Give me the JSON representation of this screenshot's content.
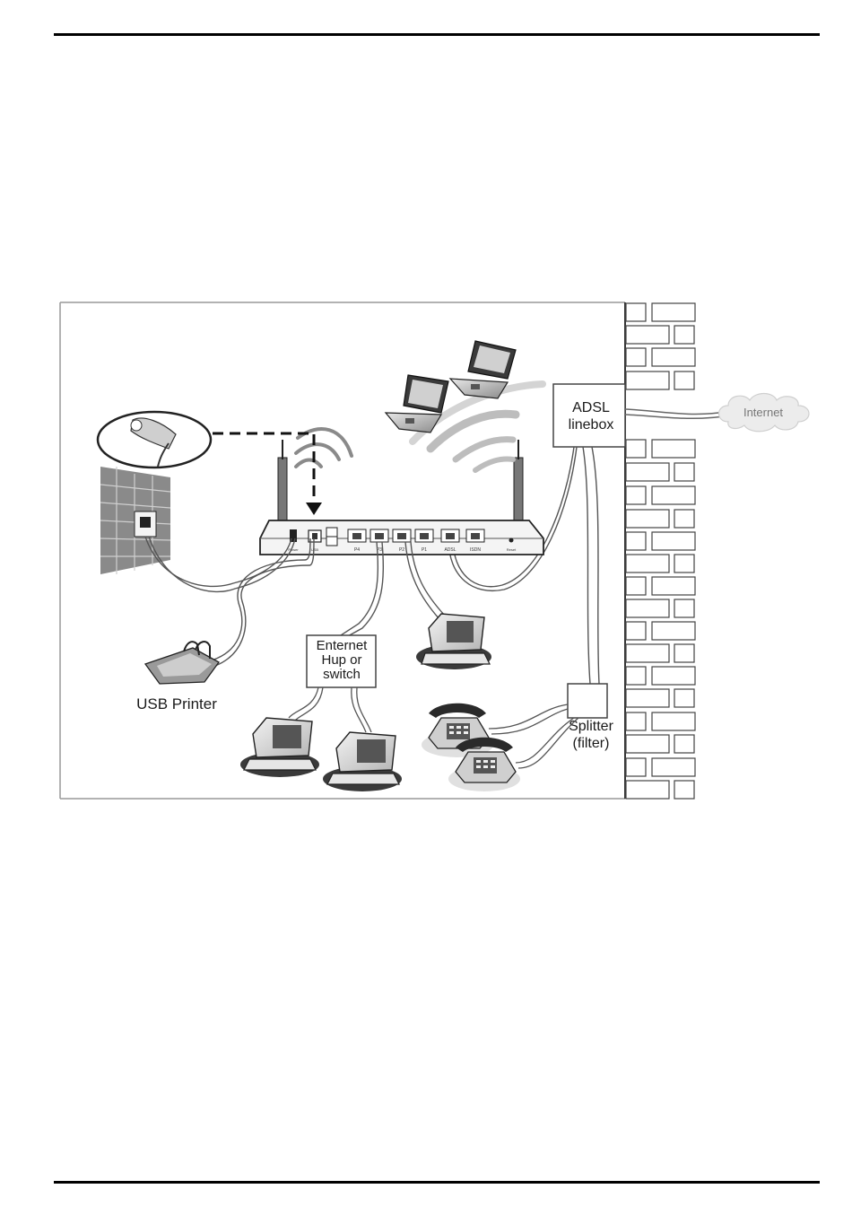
{
  "labels": {
    "adsl_line1": "ADSL",
    "adsl_line2": "linebox",
    "internet": "Internet",
    "hub_line1": "Enternet",
    "hub_line2": "Hup or",
    "hub_line3": "switch",
    "splitter_line1": "Splitter",
    "splitter_line2": "(filter)",
    "usb_printer": "USB Printer"
  },
  "router_ports": [
    "P4",
    "P3",
    "P2",
    "P1",
    "ADSL",
    "ISDN"
  ],
  "router_small_labels": {
    "power": "Power",
    "usb": "USB",
    "reset": "Reset"
  }
}
